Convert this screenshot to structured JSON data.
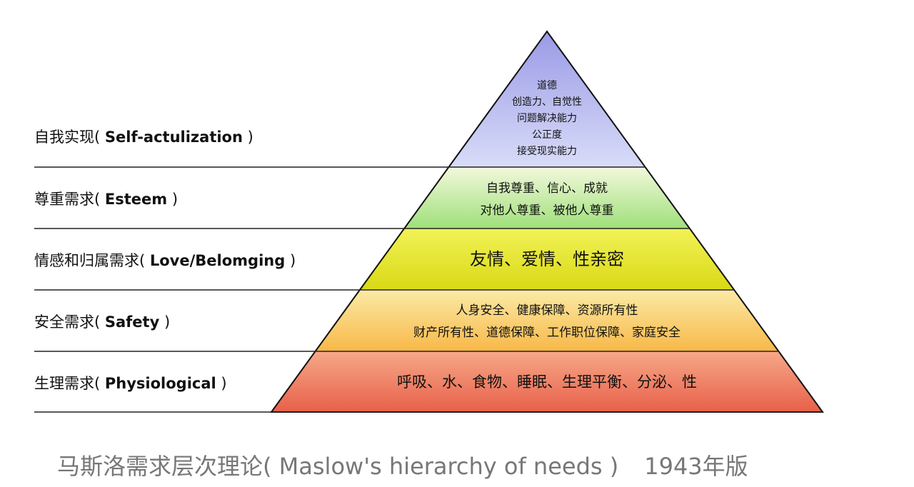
{
  "levels": [
    {
      "key": "self",
      "label_cn": "自我实现",
      "label_en": "Self-actulization",
      "items": [
        "道德",
        "创造力、自觉性",
        "问题解决能力",
        "公正度",
        "接受现实能力"
      ],
      "fill_top": "#9a9ae6",
      "fill_bottom": "#d8dcf8"
    },
    {
      "key": "esteem",
      "label_cn": "尊重需求",
      "label_en": "Esteem",
      "items": [
        "自我尊重、信心、成就",
        "对他人尊重、被他人尊重"
      ],
      "fill_top": "#f2f8dc",
      "fill_bottom": "#9fe07a"
    },
    {
      "key": "love",
      "label_cn": "情感和归属需求",
      "label_en": "Love/Belomging",
      "items": [
        "友情、爱情、性亲密"
      ],
      "fill_top": "#f2f258",
      "fill_bottom": "#d9d915"
    },
    {
      "key": "safety",
      "label_cn": "安全需求",
      "label_en": "Safety",
      "items": [
        "人身安全、健康保障、资源所有性",
        "财产所有性、道德保障、工作职位保障、家庭安全"
      ],
      "fill_top": "#fbeaa6",
      "fill_bottom": "#f8b848"
    },
    {
      "key": "physio",
      "label_cn": "生理需求",
      "label_en": "Physiological",
      "items": [
        "呼吸、水、食物、睡眠、生理平衡、分泌、性"
      ],
      "fill_top": "#f6a888",
      "fill_bottom": "#e8604a"
    }
  ],
  "caption": {
    "title": "马斯洛需求层次理论( Maslow's hierarchy of needs )",
    "year": "1943年版"
  }
}
